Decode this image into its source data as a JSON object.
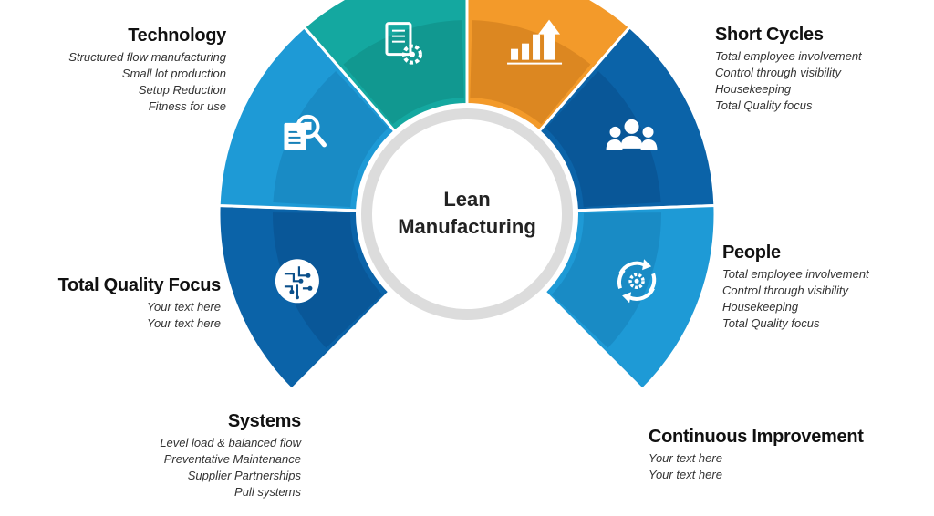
{
  "center": {
    "line1": "Lean",
    "line2": "Manufacturing"
  },
  "segments": [
    {
      "id": "technology",
      "title": "Technology",
      "lines": [
        "Structured flow manufacturing",
        "Small lot production",
        "Setup Reduction",
        "Fitness for use"
      ],
      "icon": "circuit-brain-icon",
      "color": "#0b63a8"
    },
    {
      "id": "total-quality-focus",
      "title": "Total Quality Focus",
      "lines": [
        "Your text here",
        "Your text here"
      ],
      "icon": "document-magnifier-icon",
      "color": "#1e9ad6"
    },
    {
      "id": "systems",
      "title": "Systems",
      "lines": [
        "Level load & balanced flow",
        "Preventative Maintenance",
        "Supplier Partnerships",
        "Pull systems"
      ],
      "icon": "document-gear-icon",
      "color": "#14a8a0"
    },
    {
      "id": "continuous-improvement",
      "title": "Continuous Improvement",
      "lines": [
        "Your text here",
        "Your text here"
      ],
      "icon": "bar-chart-arrow-icon",
      "color": "#f39a2a"
    },
    {
      "id": "people",
      "title": "People",
      "lines": [
        "Total employee  involvement",
        "Control through  visibility",
        "Housekeeping",
        "Total Quality  focus"
      ],
      "icon": "people-group-icon",
      "color": "#0b63a8"
    },
    {
      "id": "short-cycles",
      "title": "Short Cycles",
      "lines": [
        "Total employee  involvement",
        "Control through visibility",
        "Housekeeping",
        "Total Quality focus"
      ],
      "icon": "cycle-gear-icon",
      "color": "#1e9ad6"
    }
  ]
}
